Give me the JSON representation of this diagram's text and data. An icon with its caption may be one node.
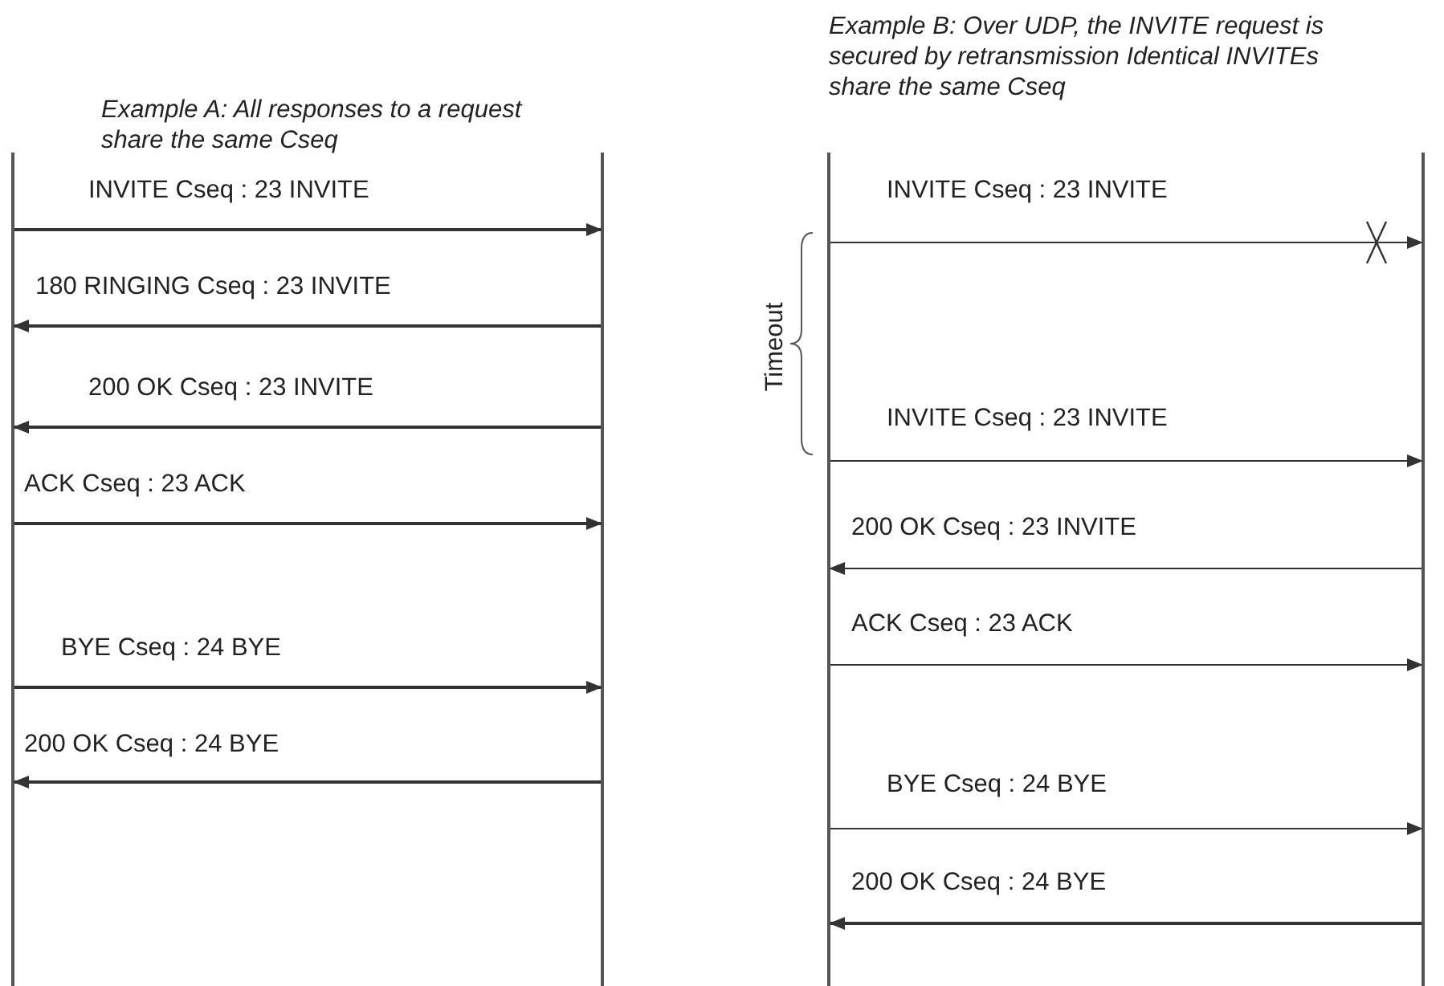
{
  "diagram": {
    "nodes": [
      {
        "text": [],
        "shape": "bar"
      },
      {
        "text": [],
        "shape": "bar"
      },
      {
        "text": [],
        "shape": "bar"
      },
      {
        "text": [],
        "shape": "bar"
      }
    ],
    "edges": [
      {
        "from": 0,
        "to": 1,
        "arrow": "to",
        "label": "INVITE Cseq : 23 INVITE"
      },
      {
        "from": 1,
        "to": 0,
        "arrow": "to",
        "label": "180 RINGING Cseq : 23 INVITE"
      },
      {
        "from": 1,
        "to": 0,
        "arrow": "to",
        "label": "200 OK Cseq : 23 INVITE"
      },
      {
        "from": 0,
        "to": 1,
        "arrow": "to",
        "label": "ACK Cseq : 23 ACK"
      },
      {
        "from": 0,
        "to": 1,
        "arrow": "to",
        "label": "BYE Cseq : 24 BYE"
      },
      {
        "from": 1,
        "to": 0,
        "arrow": "to",
        "label": "200 OK Cseq : 24 BYE"
      },
      {
        "from": 2,
        "to": 3,
        "arrow": "to",
        "label": "INVITE Cseq : 23 INVITE"
      },
      {
        "from": 2,
        "to": 3,
        "arrow": "to",
        "label": "INVITE Cseq : 23 INVITE"
      },
      {
        "from": 3,
        "to": 2,
        "arrow": "to",
        "label": "200 OK Cseq : 23 INVITE"
      },
      {
        "from": 2,
        "to": 3,
        "arrow": "to",
        "label": "ACK Cseq : 23 ACK"
      },
      {
        "from": 2,
        "to": 3,
        "arrow": "to",
        "label": "BYE Cseq : 24 BYE"
      },
      {
        "from": 3,
        "to": 2,
        "arrow": "to",
        "label": "200 OK Cseq : 24 BYE"
      }
    ],
    "labels": [
      "Example A: All responses to a request share the same Cseq",
      "Example B: Over UDP, the INVITE request is secured by retransmission Identical INVITEs share the same Cseq",
      "Timeout"
    ]
  }
}
